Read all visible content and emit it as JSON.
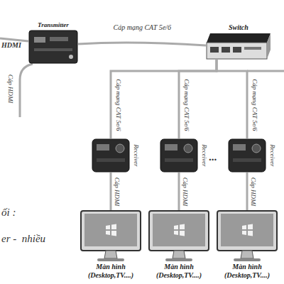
{
  "diagram": {
    "nodes": [
      {
        "text": [
          "Transmitter"
        ]
      },
      {
        "text": [
          "Switch"
        ]
      },
      {
        "text": [
          "Receiver"
        ]
      },
      {
        "text": [
          "Receiver"
        ]
      },
      {
        "text": [
          "Receiver"
        ]
      },
      {
        "text": [
          "Màn hình (Desktop,TV....)"
        ]
      },
      {
        "text": [
          "Màn hình (Desktop,TV....)"
        ]
      },
      {
        "text": [
          "Màn hình (Desktop,TV....)"
        ]
      }
    ],
    "edges": [
      {
        "from": 0,
        "to": 1,
        "label": "Cáp mạng CAT 5e/6",
        "arrow": "none"
      },
      {
        "from": 1,
        "to": 2,
        "label": "Cáp mạng CAT 5e/6",
        "arrow": "none"
      },
      {
        "from": 1,
        "to": 3,
        "label": "Cáp mạng CAT 5e/6",
        "arrow": "none"
      },
      {
        "from": 1,
        "to": 4,
        "label": "Cáp mạng CAT 5e/6",
        "arrow": "none"
      },
      {
        "from": 2,
        "to": 5,
        "label": "Cáp HDMI",
        "arrow": "none"
      },
      {
        "from": 3,
        "to": 6,
        "label": "Cáp HDMI",
        "arrow": "none"
      },
      {
        "from": 4,
        "to": 7,
        "label": "Cáp HDMI",
        "arrow": "none"
      }
    ],
    "labels": [
      "HDMI",
      "Cáp HDMI",
      "...",
      "ối :",
      "er -  nhiều"
    ]
  }
}
